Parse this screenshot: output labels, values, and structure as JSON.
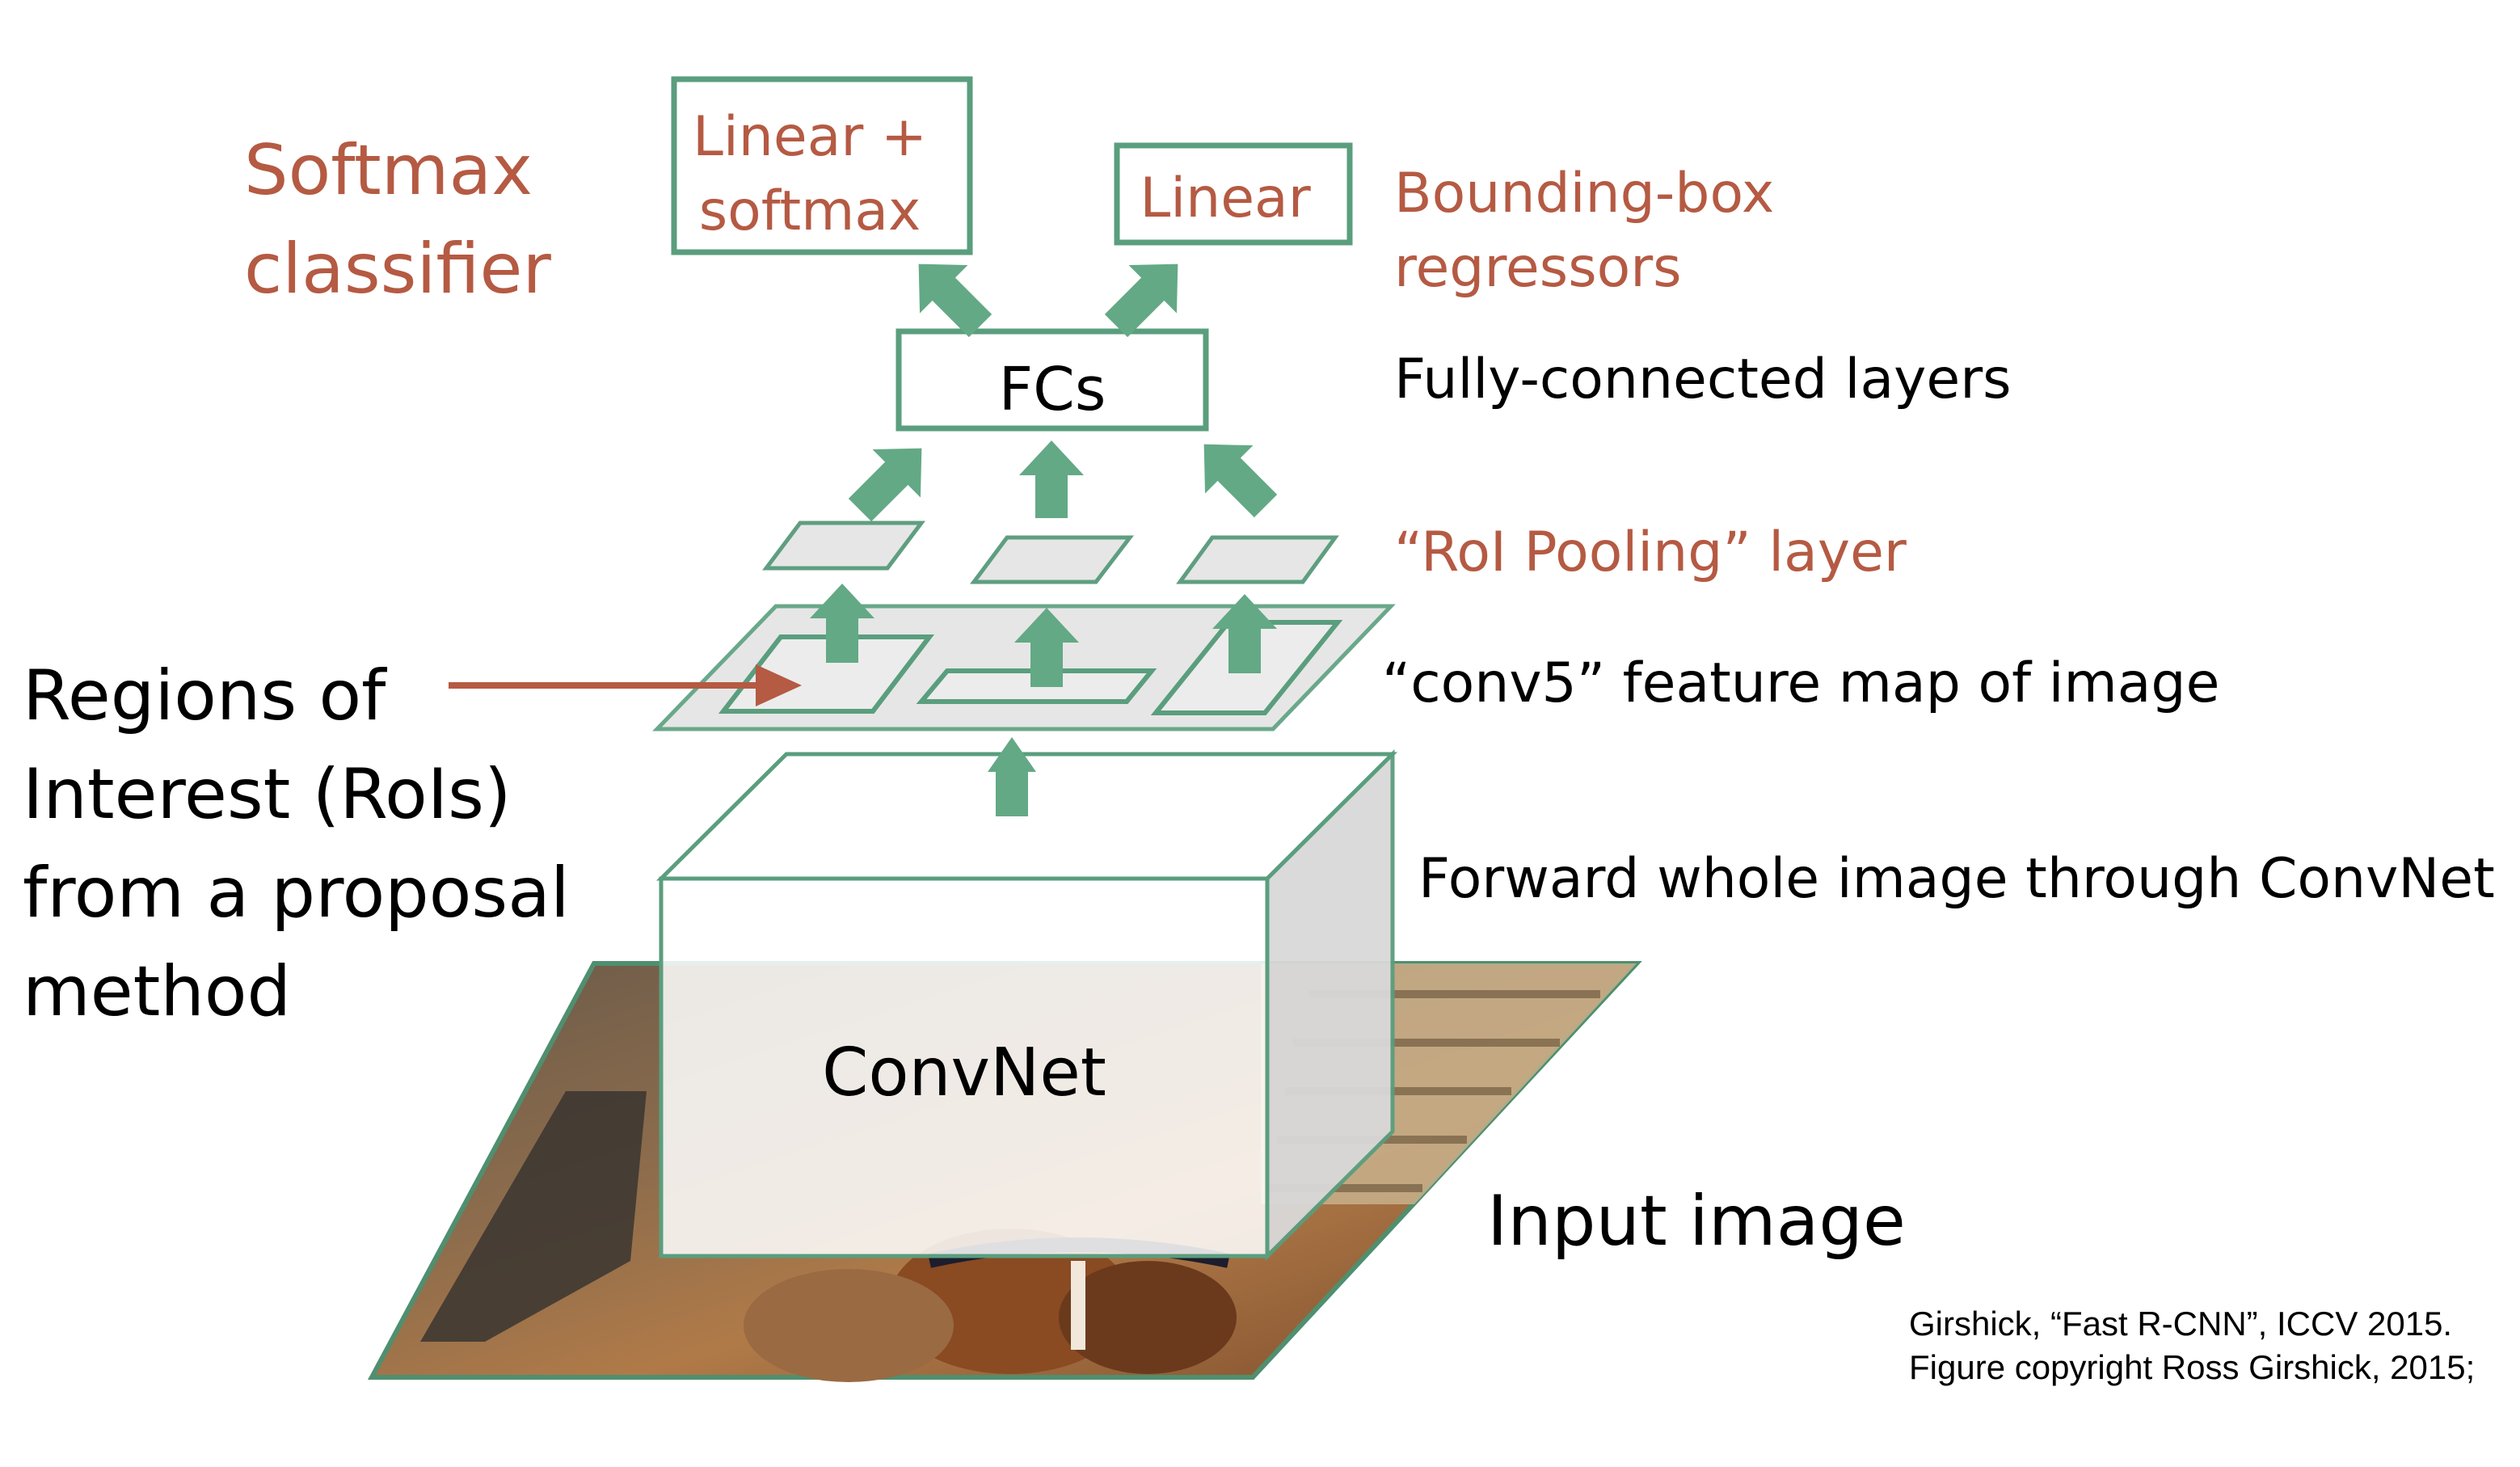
{
  "colors": {
    "green": "#5a9e7e",
    "arrow_green": "#63a985",
    "accent_red": "#b55a43",
    "text": "#000000",
    "pane_fill": "#e8e8e8",
    "pane_stroke": "#5f9e81"
  },
  "boxes": {
    "linear_softmax_line1": "Linear +",
    "linear_softmax_line2": "softmax",
    "linear": "Linear",
    "fcs": "FCs",
    "convnet": "ConvNet"
  },
  "labels": {
    "softmax_line1": "Softmax",
    "softmax_line2": "classifier",
    "bbox_line1": "Bounding-box",
    "bbox_line2": "regressors",
    "fully_connected": "Fully-connected layers",
    "roi_pooling": "“RoI Pooling” layer",
    "conv5": "“conv5” feature map of image",
    "forward": "Forward whole image through ConvNet",
    "input_image": "Input image",
    "rois_line1": "Regions of",
    "rois_line2": "Interest (RoIs)",
    "rois_line3": "from a proposal",
    "rois_line4": "method"
  },
  "citation": {
    "line1": "Girshick, “Fast R-CNN”, ICCV 2015.",
    "line2": "Figure copyright Ross Girshick, 2015;"
  }
}
